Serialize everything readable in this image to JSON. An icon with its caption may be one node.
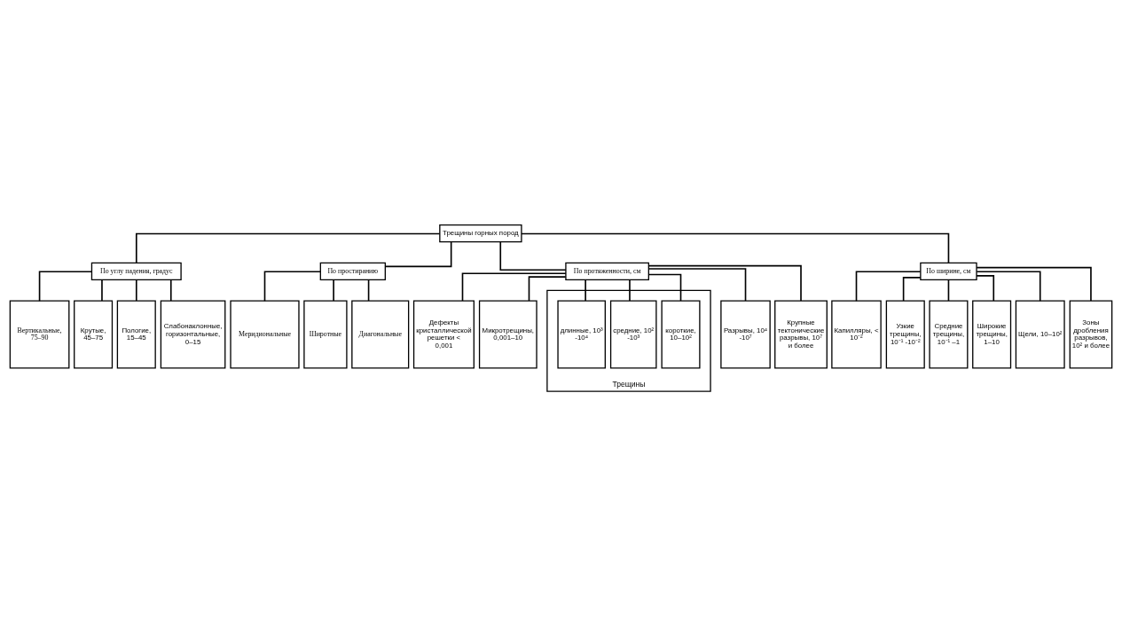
{
  "diagram": {
    "nodes": [
      {
        "text": [
          "Трещины горных пород"
        ]
      },
      {
        "text": [
          "По углу падения, градус"
        ]
      },
      {
        "text": [
          "По простиранию"
        ]
      },
      {
        "text": [
          "По протяженности, см"
        ]
      },
      {
        "text": [
          "По ширине, см"
        ]
      },
      {
        "text": [
          "Вертикальные, 75–90"
        ]
      },
      {
        "text": [
          "Крутые, 45–75"
        ]
      },
      {
        "text": [
          "Пологие, 15–45"
        ]
      },
      {
        "text": [
          "Слабонаклонные, горизонтальные, 0–15"
        ]
      },
      {
        "text": [
          "Меридиональные"
        ]
      },
      {
        "text": [
          "Широтные"
        ]
      },
      {
        "text": [
          "Диагональные"
        ]
      },
      {
        "text": [
          "Дефекты кристаллической решетки < 0,001"
        ]
      },
      {
        "text": [
          "Микротрещины, 0,001–10"
        ]
      },
      {
        "text": [
          "Трещины"
        ]
      },
      {
        "text": [
          "короткие, 10–10²"
        ],
        "in": 14
      },
      {
        "text": [
          "средние, 10² -10³"
        ],
        "in": 14
      },
      {
        "text": [
          "длинные, 10³ -10⁴"
        ],
        "in": 14
      },
      {
        "text": [
          "Разрывы, 10⁴ -10⁷"
        ]
      },
      {
        "text": [
          "Крупные тектонические разрывы, 10⁷ и более"
        ]
      },
      {
        "text": [
          "Капилляры, < 10⁻²"
        ]
      },
      {
        "text": [
          "Узкие трещины, 10⁻¹ -10⁻²"
        ]
      },
      {
        "text": [
          "Средние трещины, 10⁻¹ –1"
        ]
      },
      {
        "text": [
          "Широкие трещины, 1–10"
        ]
      },
      {
        "text": [
          "Щели, 10–10²"
        ]
      },
      {
        "text": [
          "Зоны дробления разрывов, 10² и более"
        ]
      }
    ],
    "edges": [
      {
        "from": 0,
        "to": 1,
        "arrow": "none"
      },
      {
        "from": 0,
        "to": 2,
        "arrow": "none"
      },
      {
        "from": 0,
        "to": 3,
        "arrow": "none"
      },
      {
        "from": 0,
        "to": 4,
        "arrow": "none"
      },
      {
        "from": 1,
        "to": 5,
        "arrow": "none"
      },
      {
        "from": 1,
        "to": 6,
        "arrow": "none"
      },
      {
        "from": 1,
        "to": 7,
        "arrow": "none"
      },
      {
        "from": 1,
        "to": 8,
        "arrow": "none"
      },
      {
        "from": 2,
        "to": 9,
        "arrow": "none"
      },
      {
        "from": 2,
        "to": 10,
        "arrow": "none"
      },
      {
        "from": 2,
        "to": 11,
        "arrow": "none"
      },
      {
        "from": 3,
        "to": 12,
        "arrow": "none"
      },
      {
        "from": 3,
        "to": 13,
        "arrow": "none"
      },
      {
        "from": 3,
        "to": 15,
        "arrow": "none"
      },
      {
        "from": 3,
        "to": 16,
        "arrow": "none"
      },
      {
        "from": 3,
        "to": 17,
        "arrow": "none"
      },
      {
        "from": 3,
        "to": 18,
        "arrow": "none"
      },
      {
        "from": 3,
        "to": 19,
        "arrow": "none"
      },
      {
        "from": 4,
        "to": 20,
        "arrow": "none"
      },
      {
        "from": 4,
        "to": 21,
        "arrow": "none"
      },
      {
        "from": 4,
        "to": 22,
        "arrow": "none"
      },
      {
        "from": 4,
        "to": 23,
        "arrow": "none"
      },
      {
        "from": 4,
        "to": 24,
        "arrow": "none"
      },
      {
        "from": 4,
        "to": 25,
        "arrow": "none"
      }
    ]
  }
}
